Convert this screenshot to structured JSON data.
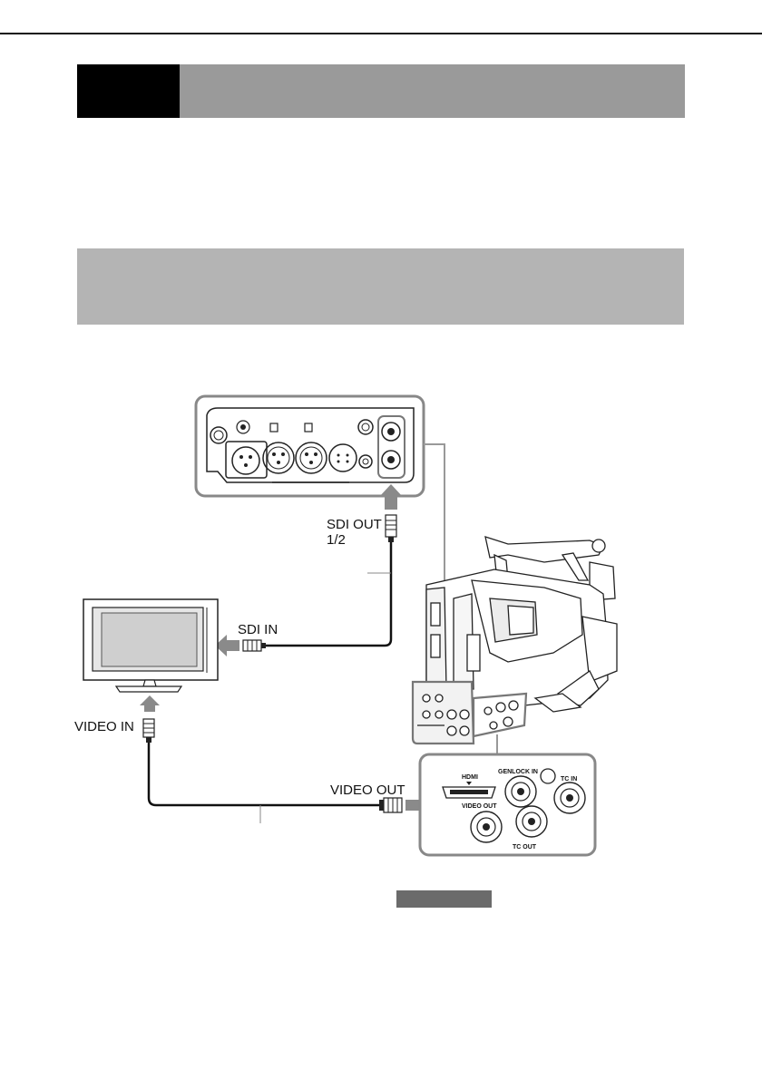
{
  "diagram": {
    "labels": {
      "sdi_out": "SDI OUT",
      "sdi_out_channels": "1/2",
      "sdi_in": "SDI IN",
      "video_in": "VIDEO IN",
      "video_out": "VIDEO OUT"
    },
    "panel_labels": {
      "hdmi": "HDMI",
      "genlock_in": "GENLOCK IN",
      "tc_in": "TC IN",
      "video_out": "VIDEO OUT",
      "tc_out": "TC OUT"
    }
  },
  "colors": {
    "callout_gray": "#6b6b6b",
    "section_gray": "#b4b4b4",
    "chapter_gray": "#9a9a9a",
    "arrow_gray": "#8a8a8a"
  }
}
